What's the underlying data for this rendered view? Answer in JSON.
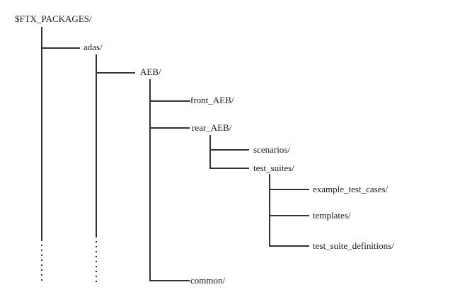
{
  "tree": {
    "root": {
      "label": "$FTX_PACKAGES/",
      "children": [
        {
          "label": "adas/",
          "children": [
            {
              "label": "AEB/",
              "children": [
                {
                  "label": "front_AEB/",
                  "children": []
                },
                {
                  "label": "rear_AEB/",
                  "children": [
                    {
                      "label": "scenarios/",
                      "children": []
                    },
                    {
                      "label": "test_suites/",
                      "children": [
                        {
                          "label": "example_test_cases/",
                          "children": []
                        },
                        {
                          "label": "templates/",
                          "children": []
                        },
                        {
                          "label": "test_suite_definitions/",
                          "children": []
                        }
                      ]
                    }
                  ]
                },
                {
                  "label": "common/",
                  "children": []
                }
              ]
            }
          ],
          "continues": true
        }
      ],
      "continues": true
    }
  },
  "labels": {
    "root": "$FTX_PACKAGES/",
    "adas": "adas/",
    "aeb": "AEB/",
    "front_aeb": "front_AEB/",
    "rear_aeb": "rear_AEB/",
    "scenarios": "scenarios/",
    "test_suites": "test_suites/",
    "example_test_cases": "example_test_cases/",
    "templates": "templates/",
    "test_suite_definitions": "test_suite_definitions/",
    "common": "common/"
  },
  "colors": {
    "line": "#333333",
    "text": "#1a1a1a"
  }
}
